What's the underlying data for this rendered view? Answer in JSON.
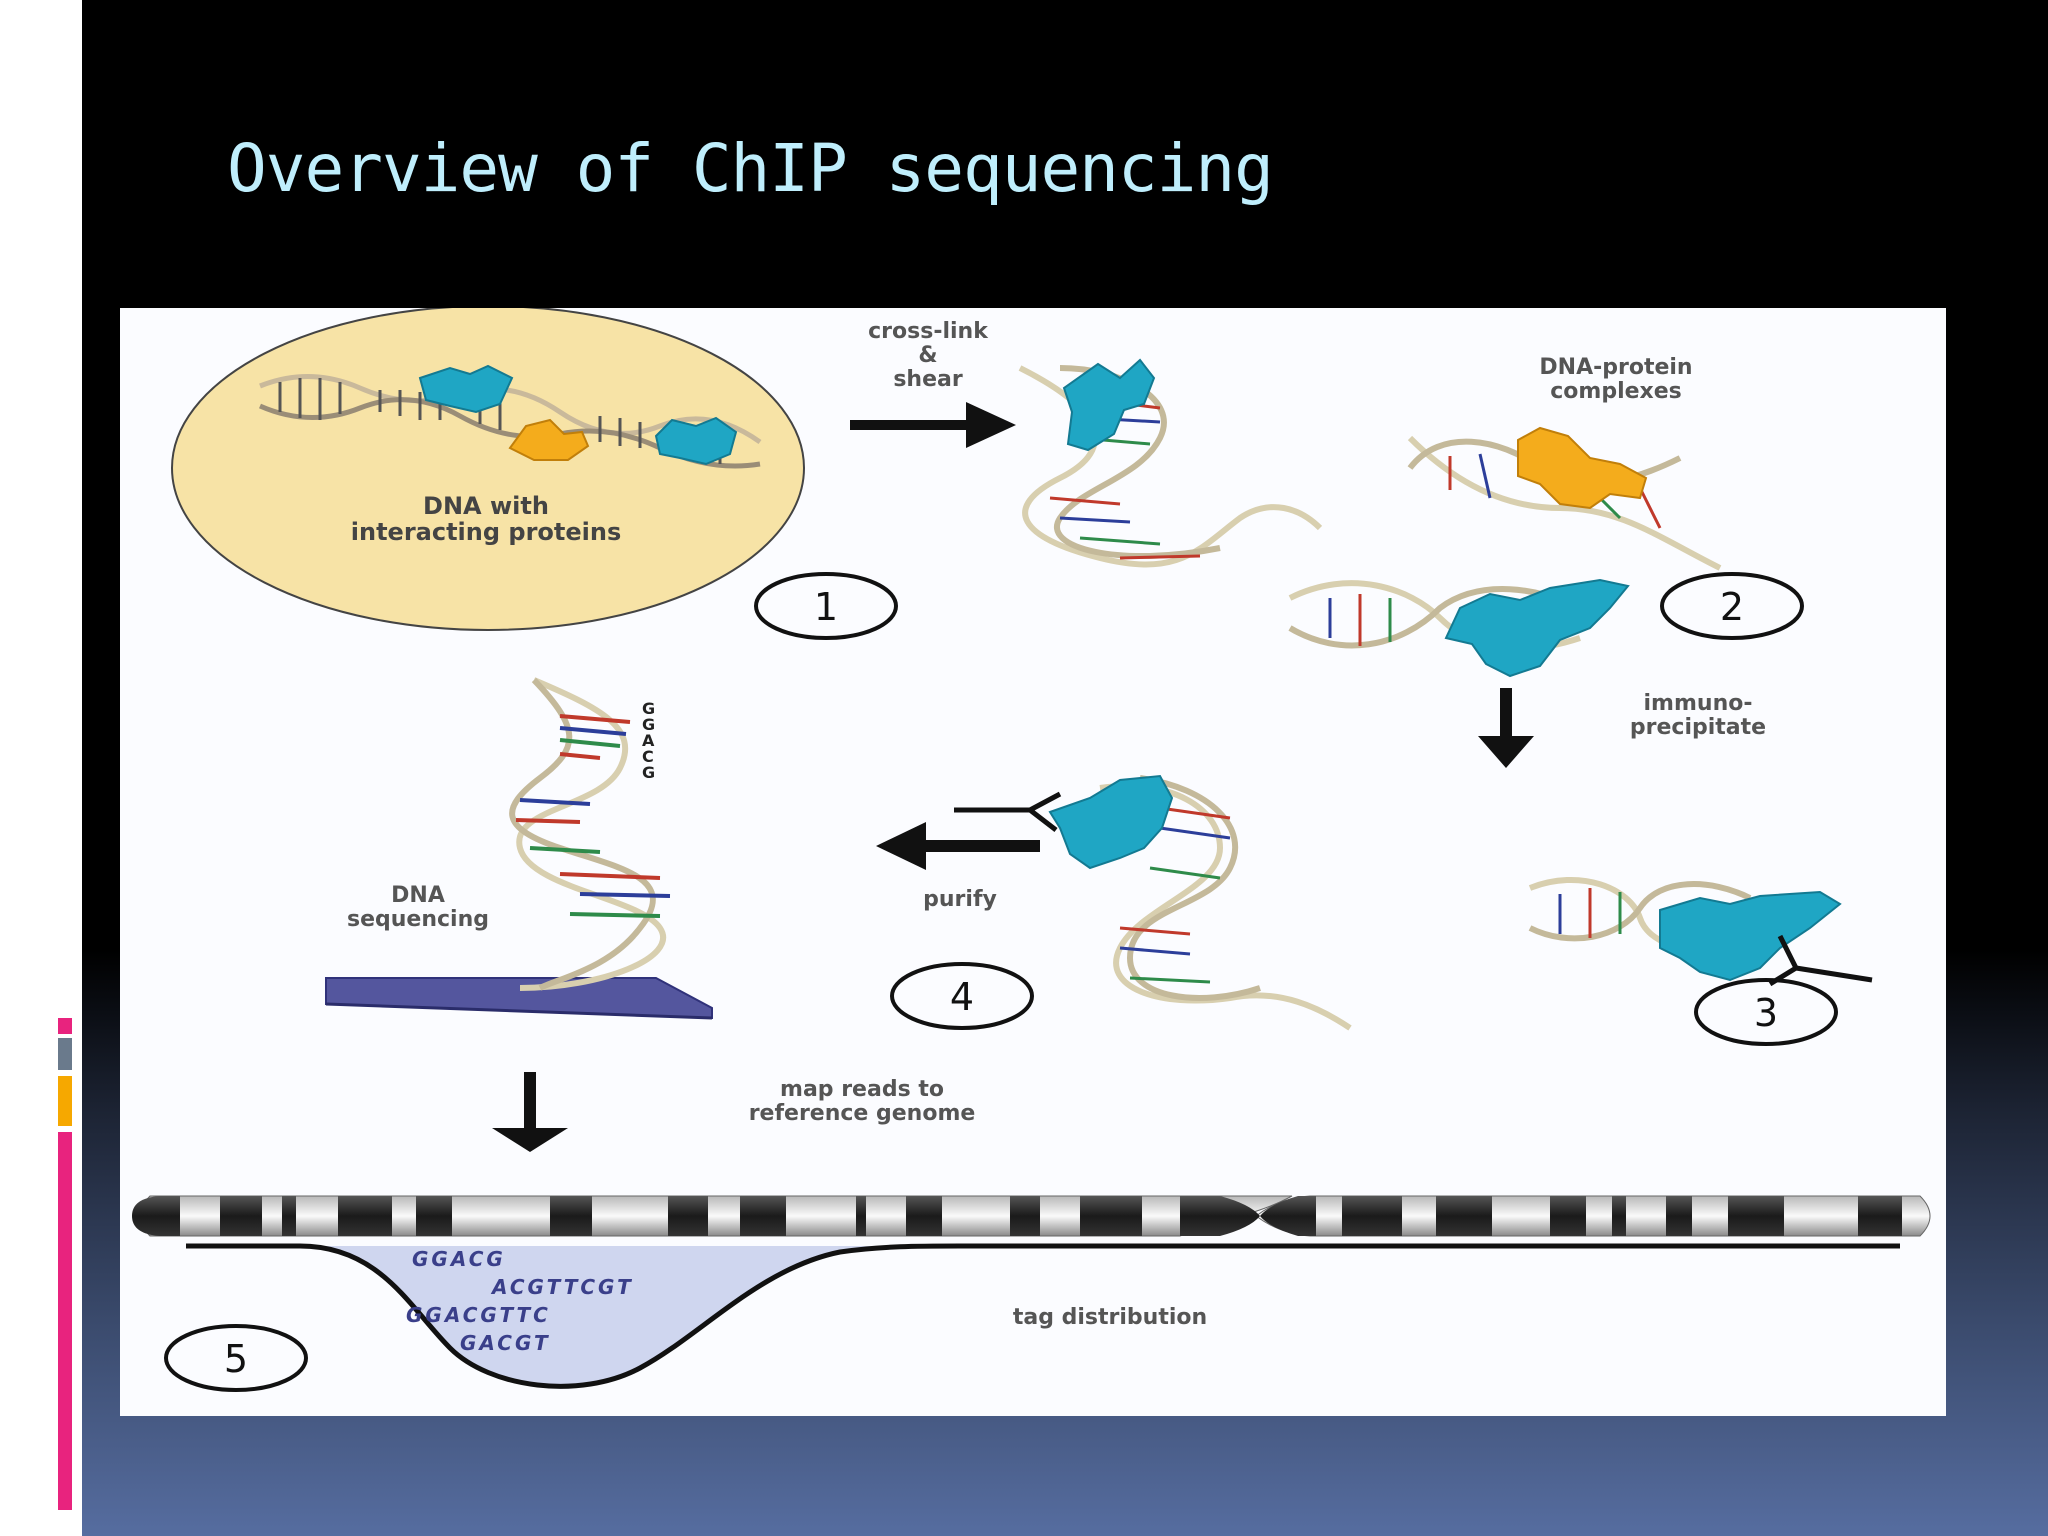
{
  "slide": {
    "title": "Overview of ChIP sequencing"
  },
  "figure": {
    "step1_caption_line1": "DNA with",
    "step1_caption_line2": "interacting proteins",
    "crosslink_line1": "cross-link",
    "crosslink_line2": "&",
    "crosslink_line3": "shear",
    "complexes_line1": "DNA-protein",
    "complexes_line2": "complexes",
    "immuno_line1": "immuno-",
    "immuno_line2": "precipitate",
    "purify": "purify",
    "sequencing_line1": "DNA",
    "sequencing_line2": "sequencing",
    "map_line1": "map reads to",
    "map_line2": "reference genome",
    "tag_distribution": "tag distribution",
    "step_numbers": [
      "1",
      "2",
      "3",
      "4",
      "5"
    ],
    "sequence_letters": [
      "G",
      "G",
      "A",
      "C",
      "G"
    ],
    "reads": [
      "GGACG",
      "ACGTTCGT",
      "GGACGTTC",
      "GACGT"
    ]
  },
  "colors": {
    "title": "#bfeefc",
    "protein_blue": "#1fa6c4",
    "protein_orange": "#f4ac1c",
    "nucleus_fill": "#f7e3a6",
    "accent_pink": "#e8237e",
    "accent_orange": "#f6a800",
    "accent_gray": "#6a7a8c"
  }
}
